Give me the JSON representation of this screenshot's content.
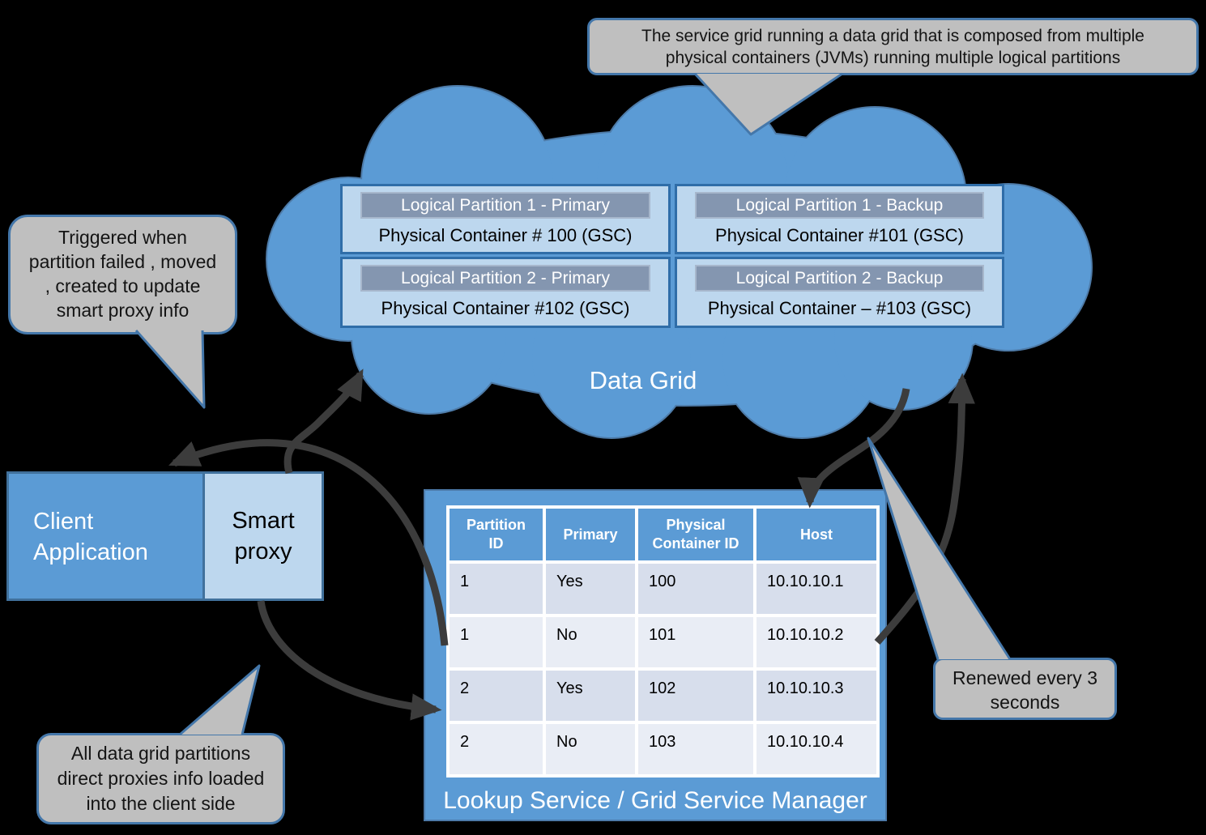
{
  "background": "#000000",
  "palette": {
    "cloud_fill": "#5B9BD5",
    "cloud_stroke": "#4E7BA8",
    "box_fill": "#BDD7EE",
    "box_border": "#2F6DA8",
    "partition_header_fill": "#8496B0",
    "callout_fill": "#BFBFBF",
    "callout_border": "#4477AA",
    "arrow_color": "#3C3C3C",
    "table_header_fill": "#5B9BD5",
    "table_row_odd": "#D7DEEC",
    "table_row_even": "#E9EDF5"
  },
  "callouts": {
    "service_grid": {
      "lines": [
        "The service grid running a data grid that is composed from multiple",
        "physical containers (JVMs) running multiple logical partitions"
      ]
    },
    "trigger": {
      "lines": [
        "Triggered when",
        "partition failed , moved",
        ", created to update",
        "smart proxy info"
      ]
    },
    "renew": {
      "lines": [
        "Renewed every 3",
        "seconds"
      ]
    },
    "client_load": {
      "lines": [
        "All data grid partitions",
        "direct proxies info loaded",
        "into the client side"
      ]
    }
  },
  "data_grid": {
    "label": "Data Grid",
    "partitions": [
      {
        "header": "Logical Partition 1 - Primary",
        "container": "Physical Container # 100 (GSC)"
      },
      {
        "header": "Logical Partition 1 - Backup",
        "container": "Physical Container #101 (GSC)"
      },
      {
        "header": "Logical Partition 2 - Primary",
        "container": "Physical Container #102 (GSC)"
      },
      {
        "header": "Logical Partition 2 - Backup",
        "container": "Physical Container – #103 (GSC)"
      }
    ]
  },
  "client": {
    "application_label": "Client Application",
    "proxy_label": "Smart proxy"
  },
  "lookup_service": {
    "title": "Lookup Service / Grid Service Manager",
    "table": {
      "columns": [
        "Partition ID",
        "Primary",
        "Physical Container ID",
        "Host"
      ],
      "rows": [
        [
          "1",
          "Yes",
          "100",
          "10.10.10.1"
        ],
        [
          "1",
          "No",
          "101",
          "10.10.10.2"
        ],
        [
          "2",
          "Yes",
          "102",
          "10.10.10.3"
        ],
        [
          "2",
          "No",
          "103",
          "10.10.10.4"
        ]
      ]
    }
  }
}
